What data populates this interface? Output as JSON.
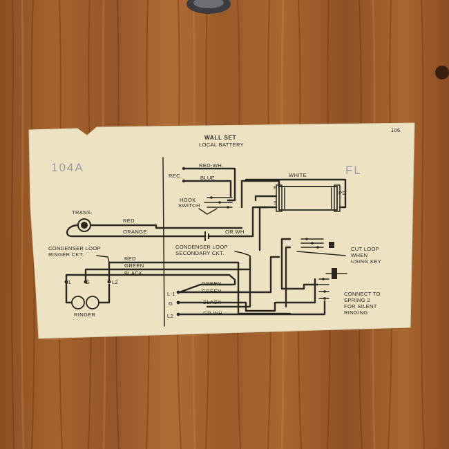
{
  "diagram": {
    "title": "WALL SET",
    "subtitle": "LOCAL BATTERY",
    "corner_number": "106",
    "pencil_left": "104A",
    "pencil_right": "FL",
    "labels": {
      "trans": "TRANS.",
      "rec": "REC.",
      "hook_switch_1": "HOOK",
      "hook_switch_2": "SWITCH",
      "red_wh": "RED-WH.",
      "blue": "BLUE",
      "white": "WHITE",
      "p": "P",
      "s": "S",
      "ps": "PS",
      "red_top": "RED",
      "orange": "ORANGE",
      "or_wh": "OR.WH",
      "condenser_loop_left_1": "CONDENSER LOOP",
      "condenser_loop_left_2": "RINGER CKT.",
      "condenser_loop_mid_1": "CONDENSER LOOP",
      "condenser_loop_mid_2": "SECONDARY CKT.",
      "red": "RED",
      "green": "GREEN",
      "black": "BLACK",
      "l1": "L1",
      "g": "G",
      "l2": "L2",
      "ringer": "RINGER",
      "term_l1": "L-1",
      "term_g": "G",
      "term_l2": "L2",
      "green_1": "GREEN",
      "green_2": "GREEN",
      "black_2": "BLACK",
      "gr_wh": "GR-WH.",
      "cut_loop_1": "CUT LOOP",
      "cut_loop_2": "WHEN",
      "cut_loop_3": "USING KEY",
      "connect_1": "CONNECT TO",
      "connect_2": "SPRING 2",
      "connect_3": "FOR SILENT",
      "connect_4": "RINGING"
    }
  }
}
